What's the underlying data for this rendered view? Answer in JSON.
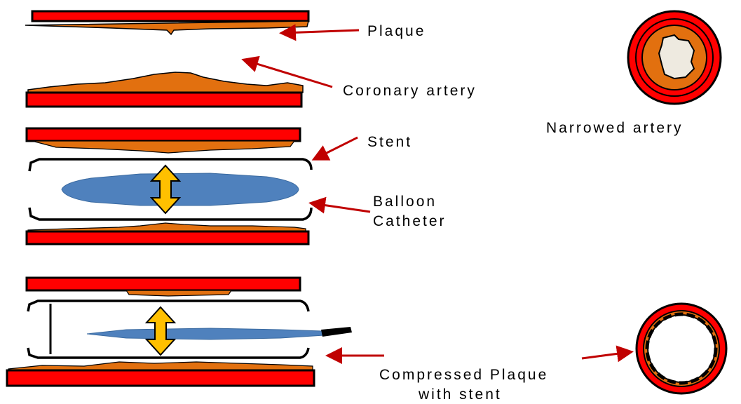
{
  "labels": {
    "plaque": "Plaque",
    "coronary_artery": "Coronary artery",
    "narrowed_artery": "Narrowed artery",
    "stent": "Stent",
    "balloon_line1": "Balloon",
    "balloon_line2": "Catheter",
    "compressed_line1": "Compressed Plaque",
    "compressed_line2": "with stent"
  },
  "colors": {
    "artery_wall": "#ff0000",
    "plaque": "#e2700f",
    "balloon": "#4f81bd",
    "arrow": "#c00000",
    "expansion_arrow": "#ffc000",
    "lumen": "#eeeae0",
    "outline": "#000000"
  }
}
